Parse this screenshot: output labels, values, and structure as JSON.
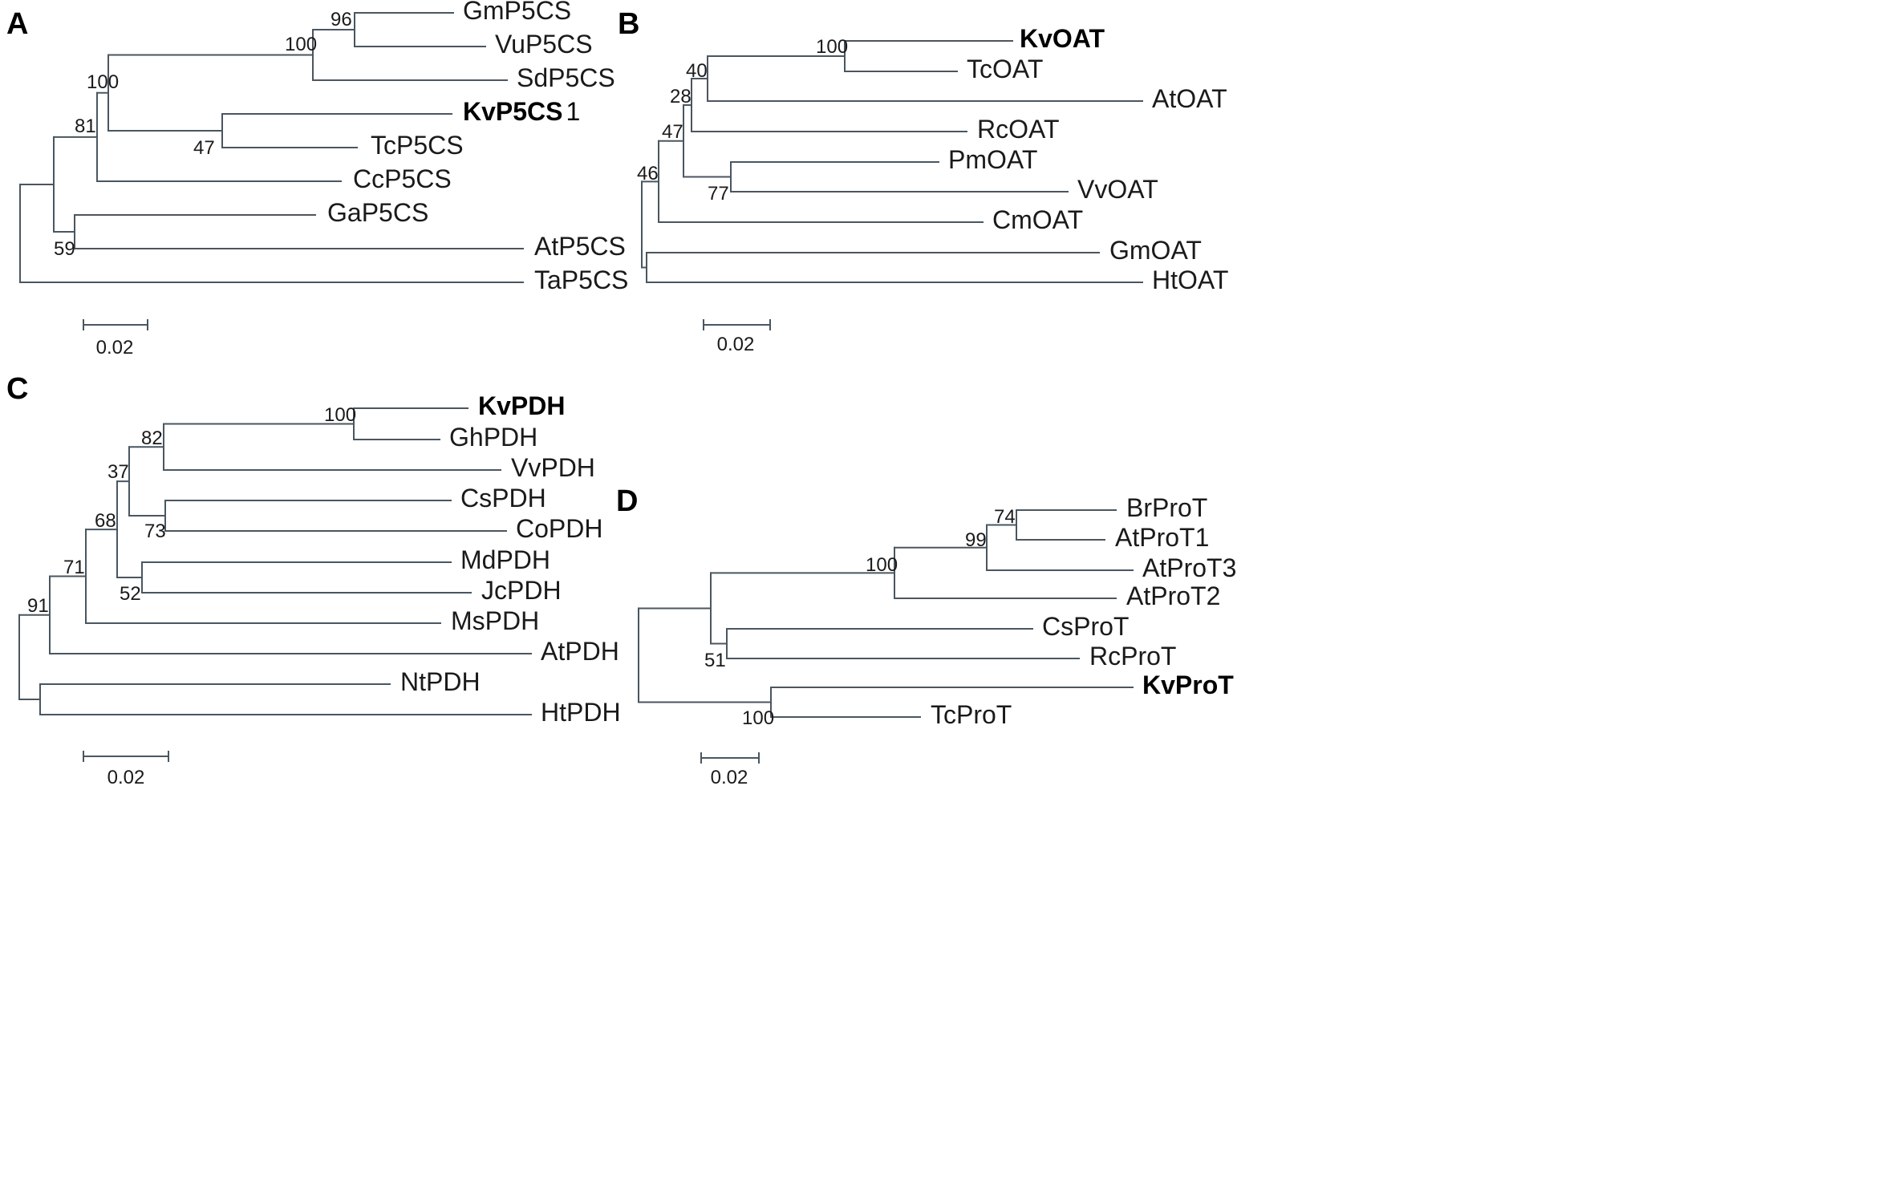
{
  "figure": {
    "panels": [
      {
        "letter": "A",
        "taxa": [
          {
            "label": "GmP5CS",
            "bold": false
          },
          {
            "label": "VuP5CS",
            "bold": false
          },
          {
            "label": "SdP5CS",
            "bold": false
          },
          {
            "label": "KvP5CS",
            "bold": true,
            "suffix": "1"
          },
          {
            "label": "TcP5CS",
            "bold": false
          },
          {
            "label": "CcP5CS",
            "bold": false
          },
          {
            "label": "GaP5CS",
            "bold": false
          },
          {
            "label": "AtP5CS",
            "bold": false
          },
          {
            "label": "TaP5CS",
            "bold": false
          }
        ],
        "bootstrap_values": [
          "96",
          "100",
          "47",
          "100",
          "81",
          "59"
        ],
        "scale_label": "0.02"
      },
      {
        "letter": "B",
        "taxa": [
          {
            "label": "KvOAT",
            "bold": true
          },
          {
            "label": "TcOAT",
            "bold": false
          },
          {
            "label": "AtOAT",
            "bold": false
          },
          {
            "label": "RcOAT",
            "bold": false
          },
          {
            "label": "PmOAT",
            "bold": false
          },
          {
            "label": "VvOAT",
            "bold": false
          },
          {
            "label": "CmOAT",
            "bold": false
          },
          {
            "label": "GmOAT",
            "bold": false
          },
          {
            "label": "HtOAT",
            "bold": false
          }
        ],
        "bootstrap_values": [
          "100",
          "40",
          "28",
          "47",
          "77",
          "46"
        ],
        "scale_label": "0.02"
      },
      {
        "letter": "C",
        "taxa": [
          {
            "label": "KvPDH",
            "bold": true
          },
          {
            "label": "GhPDH",
            "bold": false
          },
          {
            "label": "VvPDH",
            "bold": false
          },
          {
            "label": "CsPDH",
            "bold": false
          },
          {
            "label": "CoPDH",
            "bold": false
          },
          {
            "label": "MdPDH",
            "bold": false
          },
          {
            "label": "JcPDH",
            "bold": false
          },
          {
            "label": "MsPDH",
            "bold": false
          },
          {
            "label": "AtPDH",
            "bold": false
          },
          {
            "label": "NtPDH",
            "bold": false
          },
          {
            "label": "HtPDH",
            "bold": false
          }
        ],
        "bootstrap_values": [
          "100",
          "82",
          "37",
          "73",
          "52",
          "68",
          "71",
          "91"
        ],
        "scale_label": "0.02"
      },
      {
        "letter": "D",
        "taxa": [
          {
            "label": "BrProT",
            "bold": false
          },
          {
            "label": "AtProT1",
            "bold": false
          },
          {
            "label": "AtProT3",
            "bold": false
          },
          {
            "label": "AtProT2",
            "bold": false
          },
          {
            "label": "CsProT",
            "bold": false
          },
          {
            "label": "RcProT",
            "bold": false
          },
          {
            "label": "KvProT",
            "bold": true
          },
          {
            "label": "TcProT",
            "bold": false
          }
        ],
        "bootstrap_values": [
          "74",
          "99",
          "100",
          "51",
          "100"
        ],
        "scale_label": "0.02"
      }
    ]
  }
}
